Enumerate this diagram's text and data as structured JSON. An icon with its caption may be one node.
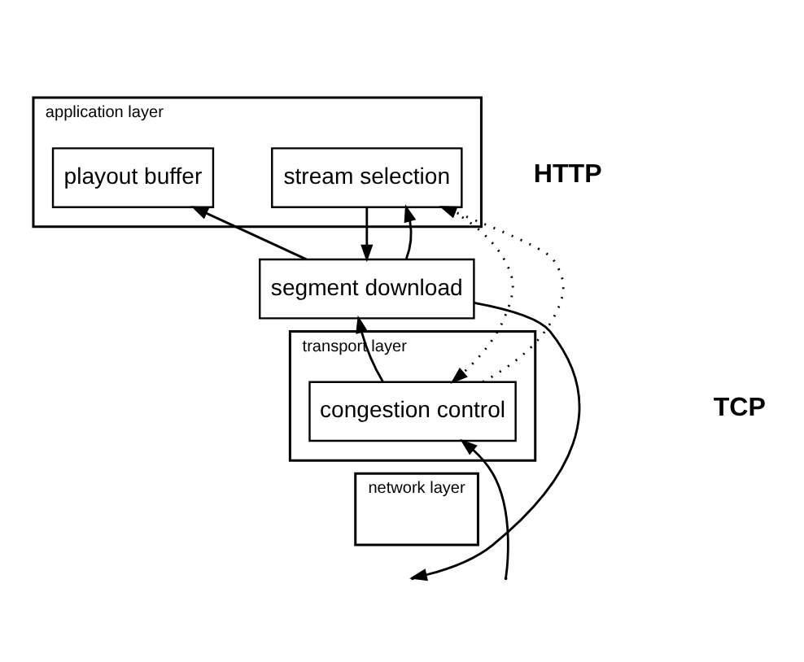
{
  "diagram": {
    "nodes": [
      {
        "text": [
          "application layer"
        ]
      },
      {
        "text": [
          "stream selection"
        ],
        "in": 0
      },
      {
        "text": [
          "playout buffer"
        ],
        "in": 0
      },
      {
        "text": [
          "segment download"
        ]
      },
      {
        "text": [
          "transport layer"
        ]
      },
      {
        "text": [
          "congestion control"
        ],
        "in": 4
      },
      {
        "text": [
          "network layer"
        ]
      }
    ],
    "edges": [
      {
        "from": 1,
        "to": 3,
        "arrow": "to"
      },
      {
        "from": 3,
        "to": 1,
        "arrow": "to"
      },
      {
        "from": 3,
        "to": 2,
        "arrow": "to"
      },
      {
        "from": 5,
        "to": 3,
        "arrow": "to"
      },
      {
        "from": 1,
        "to": 5,
        "arrow": "to",
        "style": "dashed"
      },
      {
        "from": 5,
        "to": 1,
        "arrow": "to",
        "style": "dashed"
      },
      {
        "from": 3,
        "to": null,
        "arrow": "to"
      },
      {
        "from": null,
        "to": 5,
        "arrow": "to"
      }
    ],
    "labels": [
      "HTTP",
      "TCP"
    ]
  }
}
